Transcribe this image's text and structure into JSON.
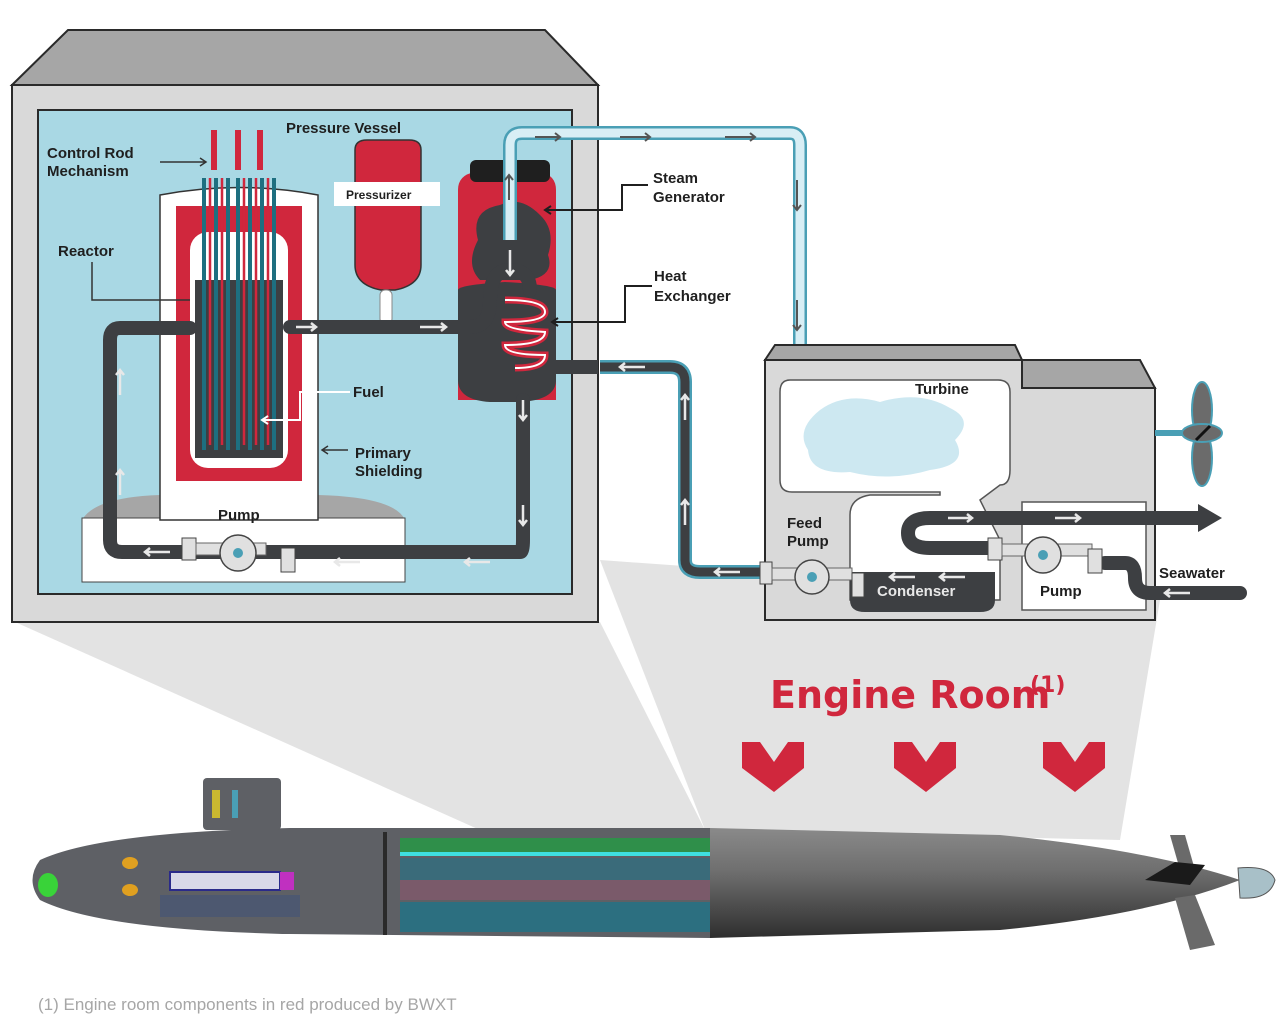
{
  "diagram": {
    "type": "naval nuclear propulsion schematic",
    "reactor_compartment": {
      "labels": {
        "control_rod_mechanism": [
          "Control Rod",
          "Mechanism"
        ],
        "pressure_vessel": "Pressure Vessel",
        "pressurizer": "Pressurizer",
        "reactor": "Reactor",
        "steam_generator": [
          "Steam",
          "Generator"
        ],
        "heat_exchanger": [
          "Heat",
          "Exchanger"
        ],
        "fuel": "Fuel",
        "primary_shielding": [
          "Primary",
          "Shielding"
        ],
        "pump": "Pump"
      }
    },
    "engine_compartment": {
      "labels": {
        "turbine": "Turbine",
        "feed_pump": [
          "Feed",
          "Pump"
        ],
        "condenser": "Condenser",
        "pump": "Pump",
        "seawater": "Seawater"
      }
    },
    "engine_room": {
      "title": "Engine Room",
      "superscript": "(1)",
      "chevron_count": 3
    },
    "footnote": "(1) Engine room components in red produced by BWXT",
    "colors": {
      "accent_red": "#d0273d",
      "reactor_water_blue": "#a9d8e4",
      "pipe_dark": "#3d3f42",
      "steam_light_blue": "#cde8f1",
      "compartment_gray": "#d9d9d9",
      "roof_gray": "#a6a6a6",
      "footnote_gray": "#a6a6a6"
    }
  }
}
